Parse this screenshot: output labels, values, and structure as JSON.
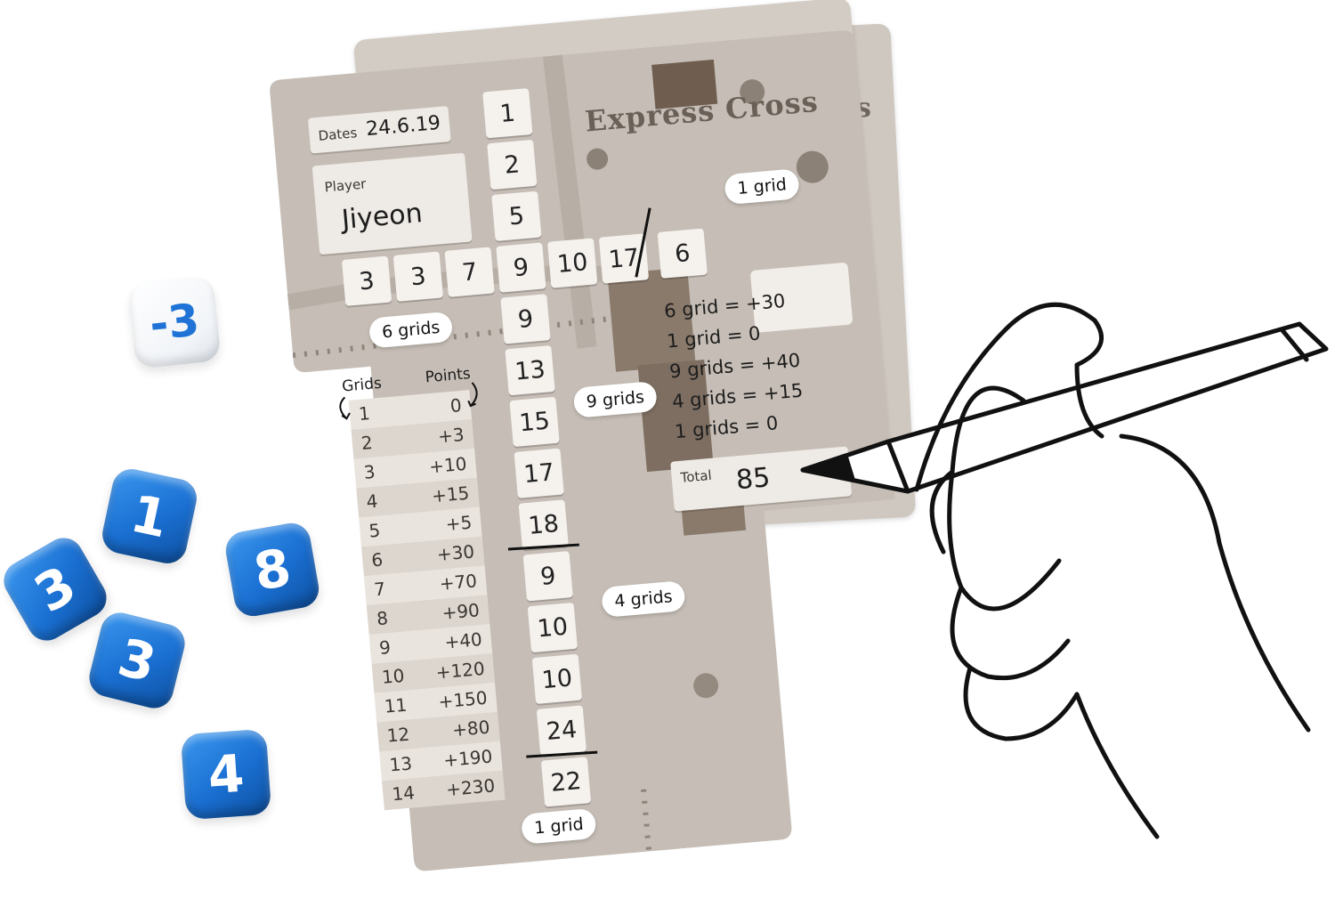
{
  "dice": [
    {
      "value": "-3",
      "color": "#ffffff"
    },
    {
      "value": "1",
      "color": "#1a6fd1"
    },
    {
      "value": "8",
      "color": "#1a6fd1"
    },
    {
      "value": "3",
      "color": "#1a6fd1"
    },
    {
      "value": "3",
      "color": "#1a6fd1"
    },
    {
      "value": "4",
      "color": "#1a6fd1"
    }
  ],
  "sheet": {
    "title": "Express Cross",
    "title_back_fragment": "s",
    "dates_label": "Dates",
    "dates_value": "24.6.19",
    "player_label": "Player",
    "player_value": "Jiyeon",
    "column": [
      "1",
      "2",
      "5",
      "9",
      "9",
      "13",
      "15",
      "17",
      "18",
      "9",
      "10",
      "10",
      "24",
      "22"
    ],
    "row_left": [
      "3",
      "3",
      "7"
    ],
    "row_right": [
      "10",
      "17",
      "6"
    ],
    "bubbles": {
      "top_right": "1 grid",
      "left_row": "6 grids",
      "column_mid": "9 grids",
      "column_low": "4 grids",
      "bottom": "1 grid"
    },
    "table": {
      "header_grids": "Grids",
      "header_points": "Points",
      "rows": [
        {
          "grids": "1",
          "points": "0"
        },
        {
          "grids": "2",
          "points": "+3"
        },
        {
          "grids": "3",
          "points": "+10"
        },
        {
          "grids": "4",
          "points": "+15"
        },
        {
          "grids": "5",
          "points": "+5"
        },
        {
          "grids": "6",
          "points": "+30"
        },
        {
          "grids": "7",
          "points": "+70"
        },
        {
          "grids": "8",
          "points": "+90"
        },
        {
          "grids": "9",
          "points": "+40"
        },
        {
          "grids": "10",
          "points": "+120"
        },
        {
          "grids": "11",
          "points": "+150"
        },
        {
          "grids": "12",
          "points": "+80"
        },
        {
          "grids": "13",
          "points": "+190"
        },
        {
          "grids": "14",
          "points": "+230"
        }
      ]
    },
    "calc": [
      "6 grid = +30",
      "1 grid = 0",
      "9 grids = +40",
      "4 grids = +15",
      "1 grids = 0"
    ],
    "total_label": "Total",
    "total_value": "85"
  }
}
